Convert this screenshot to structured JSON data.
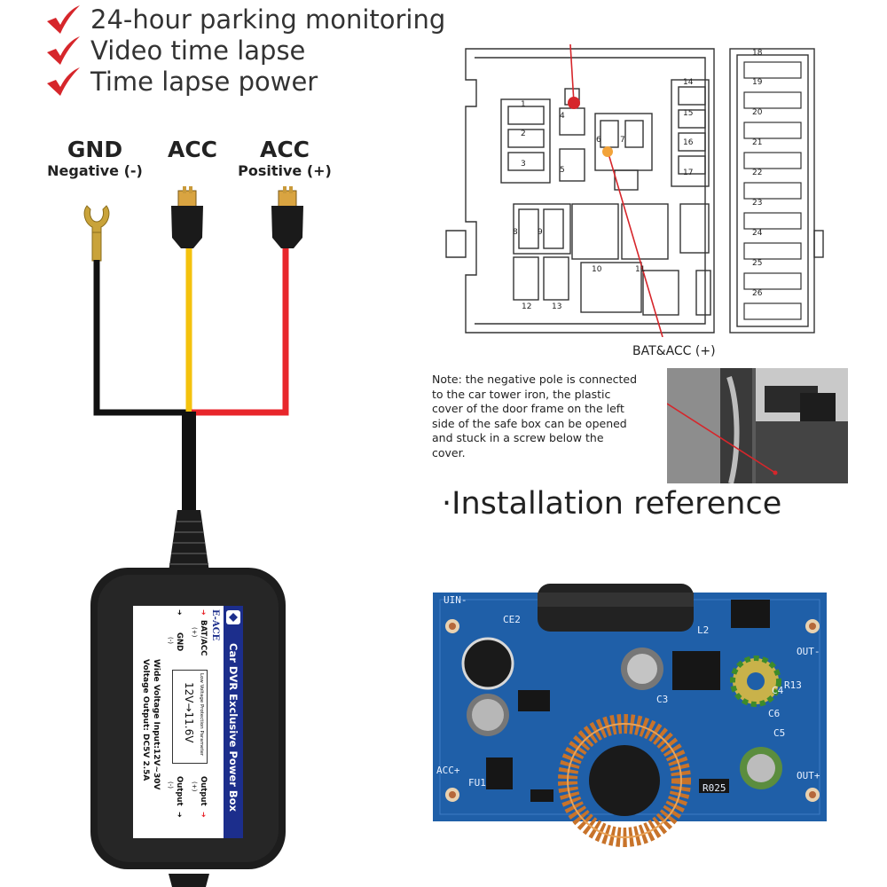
{
  "features": [
    "24-hour parking monitoring",
    "Video time lapse",
    "Time lapse power"
  ],
  "wires": [
    {
      "title": "GND",
      "subtitle": "Negative (-)",
      "color": "#111111"
    },
    {
      "title": "ACC",
      "subtitle": "",
      "color": "#f4c20d"
    },
    {
      "title": "ACC",
      "subtitle": "Positive (+)",
      "color": "#e8262b"
    }
  ],
  "fuse_box": {
    "numbers": [
      "1",
      "2",
      "3",
      "4",
      "5",
      "6",
      "7",
      "8",
      "9",
      "10",
      "11",
      "12",
      "13",
      "14",
      "15",
      "16",
      "17",
      "18",
      "19",
      "20",
      "21",
      "22",
      "23",
      "24",
      "25",
      "26"
    ],
    "pointer_label": "BAT&ACC (+)"
  },
  "note": "Note: the negative pole is connected to the car tower iron, the plastic cover of the door frame on the left side of the safe box can be opened and stuck in a screw below the cover.",
  "installation_heading": "·Installation reference",
  "power_box": {
    "brand": "E-ACE",
    "title": "Car DVR Exclusive Power Box",
    "protection_label": "Low Voltage Protection Parameter",
    "protection_value": "12V→11.6V",
    "input_spec": "Wide Voltage Input:12V~30V",
    "output_spec": "Voltage Output: DC5V 2.5A",
    "port_bat": "BAT/ACC",
    "port_bat_sign": "(+)",
    "port_gnd": "GND",
    "port_gnd_sign": "(-)",
    "port_out_pos": "Output",
    "port_out_pos_sign": "(+)",
    "port_out_neg": "Output",
    "port_out_neg_sign": "(-)"
  },
  "pcb": {
    "labels": [
      "UIN-",
      "CE2",
      "L2",
      "OUT-",
      "C3",
      "C6",
      "C5",
      "R13",
      "C4",
      "ACC+",
      "FU1",
      "R025",
      "OUT+"
    ]
  },
  "colors": {
    "check_red": "#d6262b",
    "wire_black": "#111111",
    "wire_yellow": "#f4c20d",
    "wire_red": "#e8262b",
    "pcb_blue": "#1f5fa8",
    "label_navy": "#1c2e8c",
    "copper": "#c8732a"
  }
}
